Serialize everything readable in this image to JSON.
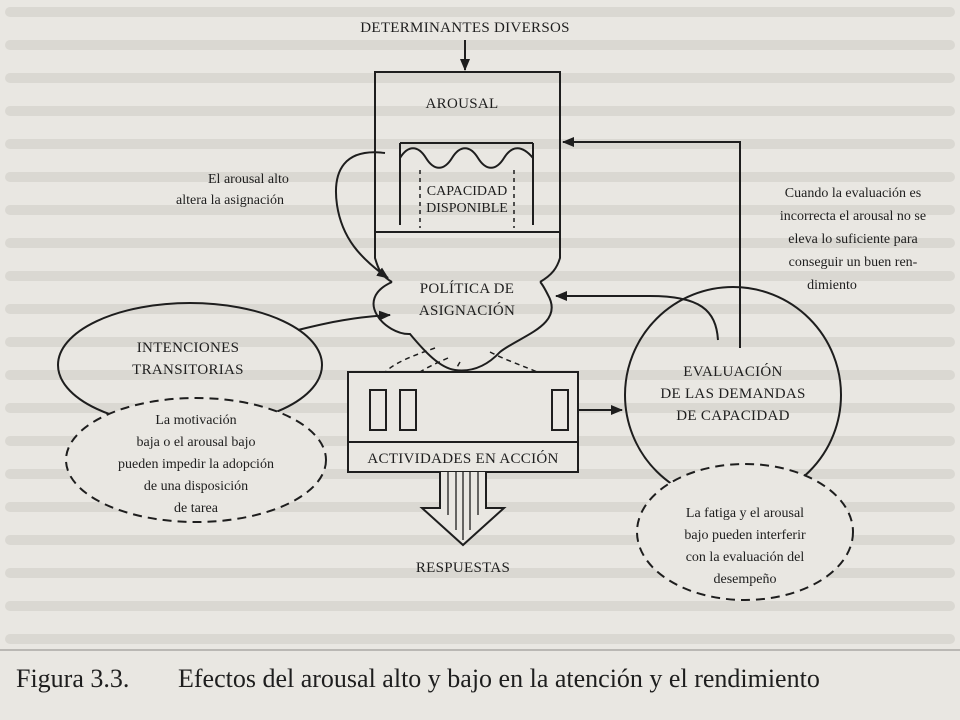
{
  "diagram": {
    "top_input": "DETERMINANTES DIVERSOS",
    "arousal_box": {
      "title": "AROUSAL",
      "inner_lines": [
        "CAPACIDAD",
        "DISPONIBLE"
      ]
    },
    "note_high_arousal": [
      "El arousal alto",
      "altera la asignación"
    ],
    "allocation_policy": [
      "POLÍTICA DE",
      "ASIGNACIÓN"
    ],
    "transient_intentions": [
      "INTENCIONES",
      "TRANSITORIAS"
    ],
    "note_motivation": [
      "La motivación",
      "baja o el arousal bajo",
      "pueden impedir la adopción",
      "de una disposición",
      "de tarea"
    ],
    "activities": "ACTIVIDADES EN ACCIÓN",
    "output": "RESPUESTAS",
    "evaluation": [
      "EVALUACIÓN",
      "DE LAS DEMANDAS",
      "DE CAPACIDAD"
    ],
    "note_evaluation": [
      "Cuando la evaluación es",
      "incorrecta el arousal no se",
      "eleva lo suficiente para",
      "conseguir un buen ren-",
      "dimiento"
    ],
    "note_fatigue": [
      "La fatiga y el arousal",
      "bajo pueden interferir",
      "con la evaluación del",
      "desempeño"
    ]
  },
  "caption": {
    "number": "Figura 3.3.",
    "text": "Efectos del arousal alto y bajo en la atención y el rendimiento"
  },
  "colors": {
    "ink": "#1e1e1e",
    "paper": "#e9e7e2"
  }
}
